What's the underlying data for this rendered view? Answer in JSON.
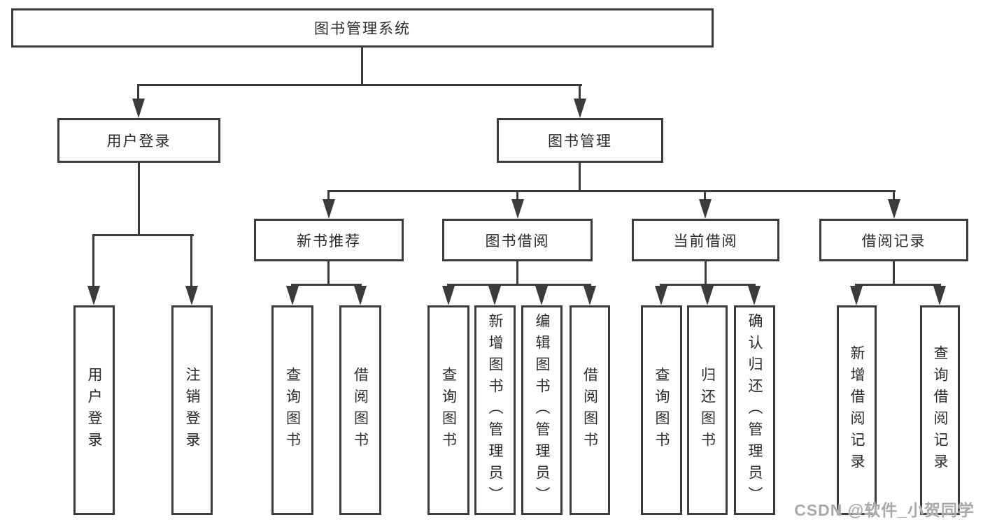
{
  "colors": {
    "line": "#3b3b3b",
    "text": "#2b2b2b",
    "background": "#ffffff",
    "watermark_color": "#a9a9a9"
  },
  "diagram": {
    "title": "图书管理系统",
    "branches": [
      {
        "label": "用户登录",
        "children": [
          "用户登录",
          "注销登录"
        ]
      },
      {
        "label": "图书管理",
        "sections": [
          {
            "label": "新书推荐",
            "children": [
              "查询图书",
              "借阅图书"
            ]
          },
          {
            "label": "图书借阅",
            "children": [
              "查询图书",
              "新增图书（管理员）",
              "编辑图书（管理员）",
              "借阅图书"
            ]
          },
          {
            "label": "当前借阅",
            "children": [
              "查询图书",
              "归还图书",
              "确认归还（管理员）"
            ]
          },
          {
            "label": "借阅记录",
            "children": [
              "新增借阅记录",
              "查询借阅记录"
            ]
          }
        ]
      }
    ]
  },
  "watermark": {
    "text": "CSDN @软件_小贺同学"
  }
}
